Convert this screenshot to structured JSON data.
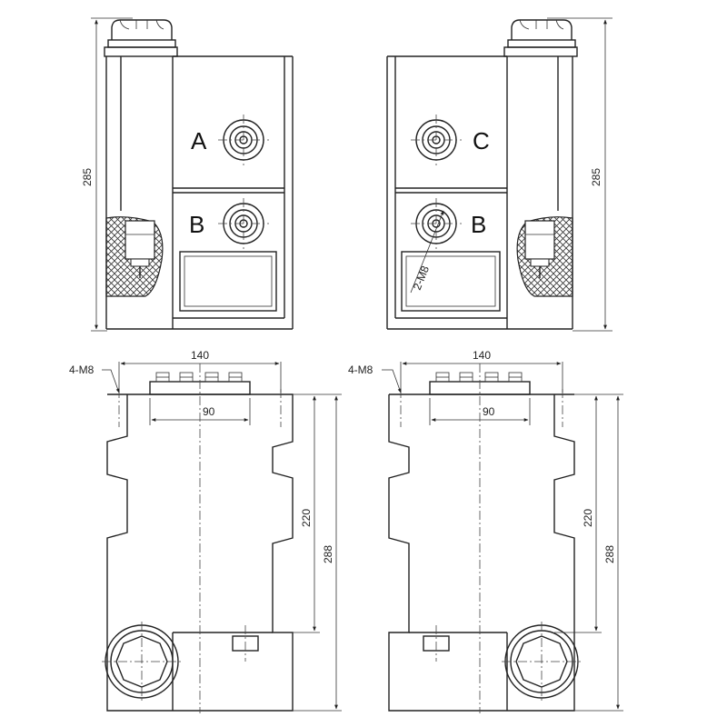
{
  "front_left": {
    "port_top": "A",
    "port_bottom": "B",
    "height_dim": "285"
  },
  "front_right": {
    "port_top": "C",
    "port_bottom": "B",
    "height_dim": "285",
    "thread_note": "2-M8"
  },
  "bottom_left": {
    "hole_note": "4-M8",
    "width_outer": "140",
    "width_inner": "90",
    "height_inner": "220",
    "height_outer": "288"
  },
  "bottom_right": {
    "hole_note": "4-M8",
    "width_outer": "140",
    "width_inner": "90",
    "height_inner": "220",
    "height_outer": "288"
  },
  "colors": {
    "line": "#222222",
    "background": "#ffffff"
  }
}
